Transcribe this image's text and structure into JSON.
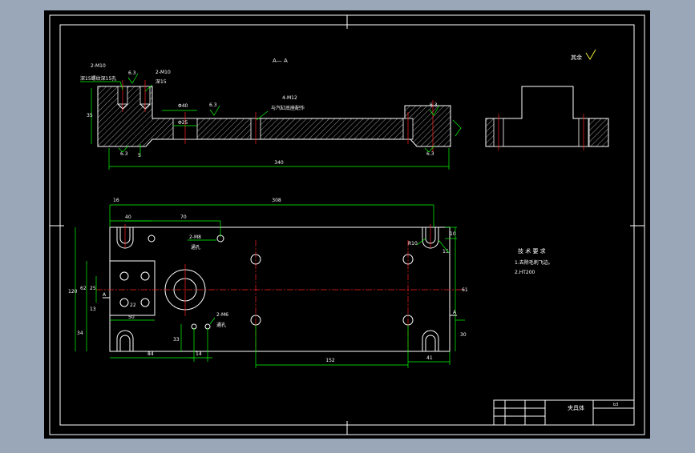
{
  "colors": {
    "background": "#9aa7b8",
    "canvas": "#000000",
    "outline": "#ffffff",
    "dimension": "#00ff00",
    "centerline": "#ff2020",
    "hole": "#ffff33",
    "hatch": "#ffffff"
  },
  "drawing": {
    "section_title": "A— A",
    "roughness_note": "其余",
    "top_view": {
      "callout_left_1": "2-M10",
      "callout_left_2": "深15螺纹深15孔",
      "callout_mid_1": "2-M10",
      "callout_mid_2": "深15",
      "callout_hole_1": "4-M12",
      "callout_hole_2": "与汽缸底座配作",
      "rough_1": "6.3",
      "rough_2": "6.3",
      "rough_3": "6.3",
      "rough_4": "6.3",
      "rough_5": "6.3",
      "dim_d40": "Φ40",
      "dim_d25": "Φ25",
      "dim_height": "35",
      "dim_length": "340",
      "dim_small": "5"
    },
    "plan_view": {
      "dim_16": "16",
      "dim_308": "308",
      "dim_40": "40",
      "dim_70": "70",
      "dim_120": "120",
      "dim_62": "62",
      "dim_25": "25",
      "dim_13": "13",
      "dim_34": "34",
      "dim_22": "22",
      "dim_50": "50",
      "dim_33": "33",
      "dim_84": "84",
      "dim_14": "14",
      "dim_152": "152",
      "dim_41": "41",
      "dim_61": "61",
      "dim_30": "30",
      "dim_10": "10",
      "dim_r10": "R10",
      "dim_15": "15",
      "callout_m8_top_1": "2-M8",
      "callout_m8_top_2": "通孔",
      "callout_m6_1": "2-M6",
      "callout_m6_2": "通孔",
      "section_mark_a_left": "A",
      "section_mark_a_right": "A"
    },
    "tech_req": {
      "title": "技 术 要 求",
      "line1": "1.去除毛刺飞边。",
      "line2": "2.HT200"
    },
    "title_block": {
      "part_name": "夹具体",
      "small_label": "b3"
    }
  }
}
